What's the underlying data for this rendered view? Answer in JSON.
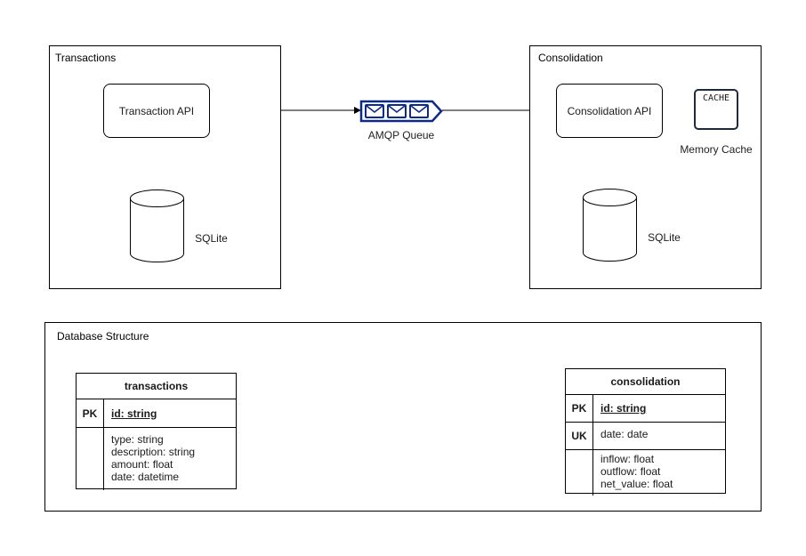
{
  "transactions_group": {
    "label": "Transactions",
    "api": "Transaction API",
    "db": "SQLite"
  },
  "queue": {
    "label": "AMQP Queue",
    "color": "#0b2a8c"
  },
  "consolidation_group": {
    "label": "Consolidation",
    "api": "Consolidation API",
    "db": "SQLite",
    "cache_icon_text": "CACHE",
    "cache_label": "Memory Cache"
  },
  "database_structure": {
    "label": "Database Structure",
    "transactions_table": {
      "title": "transactions",
      "pk_key": "PK",
      "pk_field": "id: string",
      "fields": [
        "type: string",
        "description: string",
        "amount: float",
        "date: datetime"
      ]
    },
    "consolidation_table": {
      "title": "consolidation",
      "pk_key": "PK",
      "pk_field": "id: string",
      "uk_key": "UK",
      "uk_field": "date: date",
      "fields": [
        "inflow: float",
        "outflow: float",
        "net_value: float"
      ]
    }
  }
}
